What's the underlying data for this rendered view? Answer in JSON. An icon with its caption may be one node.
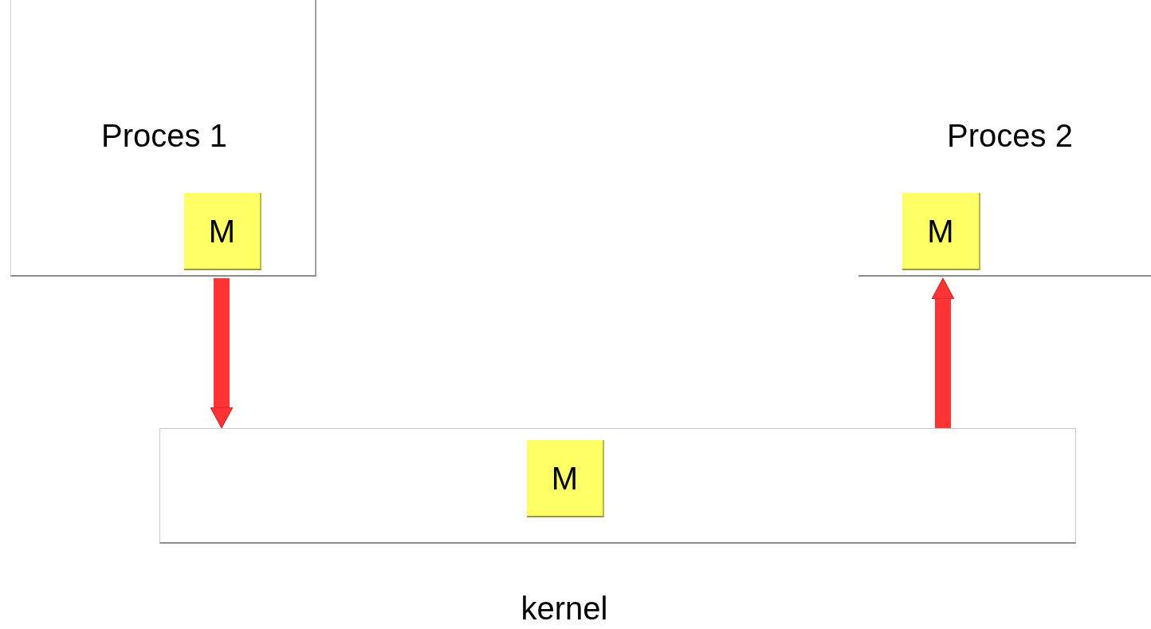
{
  "diagram": {
    "nodes": [
      {
        "text": [
          "Proces 1"
        ]
      },
      {
        "text": [
          "M"
        ],
        "in": 0
      },
      {
        "text": [
          "Proces 2"
        ]
      },
      {
        "text": [
          "M"
        ],
        "in": 2
      },
      {
        "text": [
          "kernel"
        ]
      },
      {
        "text": [
          "M"
        ],
        "in": 4
      }
    ],
    "edges": [
      {
        "from": 0,
        "to": 4,
        "arrow": "to"
      },
      {
        "from": 4,
        "to": 2,
        "arrow": "to"
      }
    ]
  }
}
